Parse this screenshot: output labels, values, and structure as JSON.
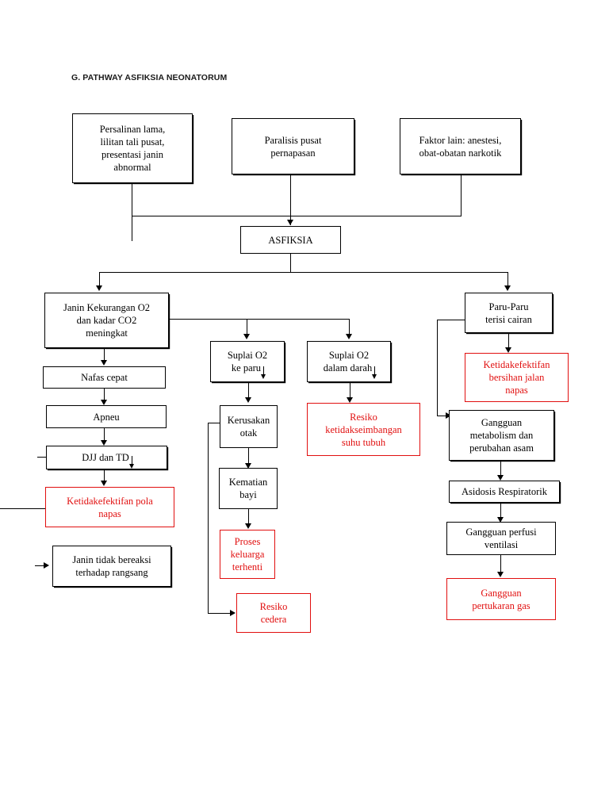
{
  "document": {
    "title": "G. PATHWAY ASFIKSIA NEONATORUM",
    "type": "flowchart",
    "colors": {
      "normal_border": "#000000",
      "normal_text": "#000000",
      "diagnosis_border": "#e10f0f",
      "diagnosis_text": "#e10f0f",
      "background": "#ffffff"
    }
  },
  "nodes": {
    "cause_1": {
      "lines": [
        "Persalinan lama,",
        "lilitan tali pusat,",
        "presentasi janin",
        "abnormal"
      ],
      "style": "black"
    },
    "cause_2": {
      "lines": [
        "Paralisis pusat",
        "pernapasan"
      ],
      "style": "black"
    },
    "cause_3": {
      "lines": [
        "Faktor lain: anestesi,",
        "obat-obatan narkotik"
      ],
      "style": "black"
    },
    "asfiksia": {
      "lines": [
        "ASFIKSIA"
      ],
      "style": "plain"
    },
    "janin_kekurangan": {
      "lines": [
        "Janin Kekurangan O2",
        "dan kadar CO2",
        "meningkat"
      ],
      "style": "black"
    },
    "nafas_cepat": {
      "lines": [
        "Nafas cepat"
      ],
      "style": "plain"
    },
    "apneu": {
      "lines": [
        "Apneu"
      ],
      "style": "plain"
    },
    "djj_td": {
      "lines": [
        "DJJ dan TD"
      ],
      "style": "black",
      "arrow_down": true
    },
    "ketidakefektifan_pola_napas": {
      "lines": [
        "Ketidakefektifan pola",
        "napas"
      ],
      "style": "red"
    },
    "janin_tidak_bereaksi": {
      "lines": [
        "Janin tidak bereaksi",
        "terhadap rangsang"
      ],
      "style": "black"
    },
    "suplai_paru": {
      "lines": [
        "Suplai O2",
        "ke paru"
      ],
      "style": "black",
      "arrow_down": true
    },
    "kerusakan_otak": {
      "lines": [
        "Kerusakan",
        "otak"
      ],
      "style": "plain"
    },
    "kematian_bayi": {
      "lines": [
        "Kematian",
        "bayi"
      ],
      "style": "plain"
    },
    "proses_keluarga": {
      "lines": [
        "Proses",
        "keluarga",
        "terhenti"
      ],
      "style": "red"
    },
    "resiko_cedera": {
      "lines": [
        "Resiko",
        "cedera"
      ],
      "style": "red"
    },
    "suplai_darah": {
      "lines": [
        "Suplai O2",
        "dalam darah"
      ],
      "style": "black",
      "arrow_down": true
    },
    "resiko_suhu": {
      "lines": [
        "Resiko",
        "ketidakseimbangan",
        "suhu tubuh"
      ],
      "style": "red"
    },
    "paru_paru": {
      "lines": [
        "Paru-Paru",
        "terisi cairan"
      ],
      "style": "black"
    },
    "ketidakefektifan_bersihan": {
      "lines": [
        "Ketidakefektifan",
        "bersihan jalan",
        "napas"
      ],
      "style": "red"
    },
    "gangguan_metabolism": {
      "lines": [
        "Gangguan",
        "metabolism dan",
        "perubahan asam"
      ],
      "style": "black"
    },
    "asidosis": {
      "lines": [
        "Asidosis Respiratorik"
      ],
      "style": "black"
    },
    "gangguan_perfusi": {
      "lines": [
        "Gangguan perfusi",
        "ventilasi"
      ],
      "style": "plain"
    },
    "gangguan_pertukaran": {
      "lines": [
        "Gangguan",
        "pertukaran gas"
      ],
      "style": "red"
    }
  }
}
